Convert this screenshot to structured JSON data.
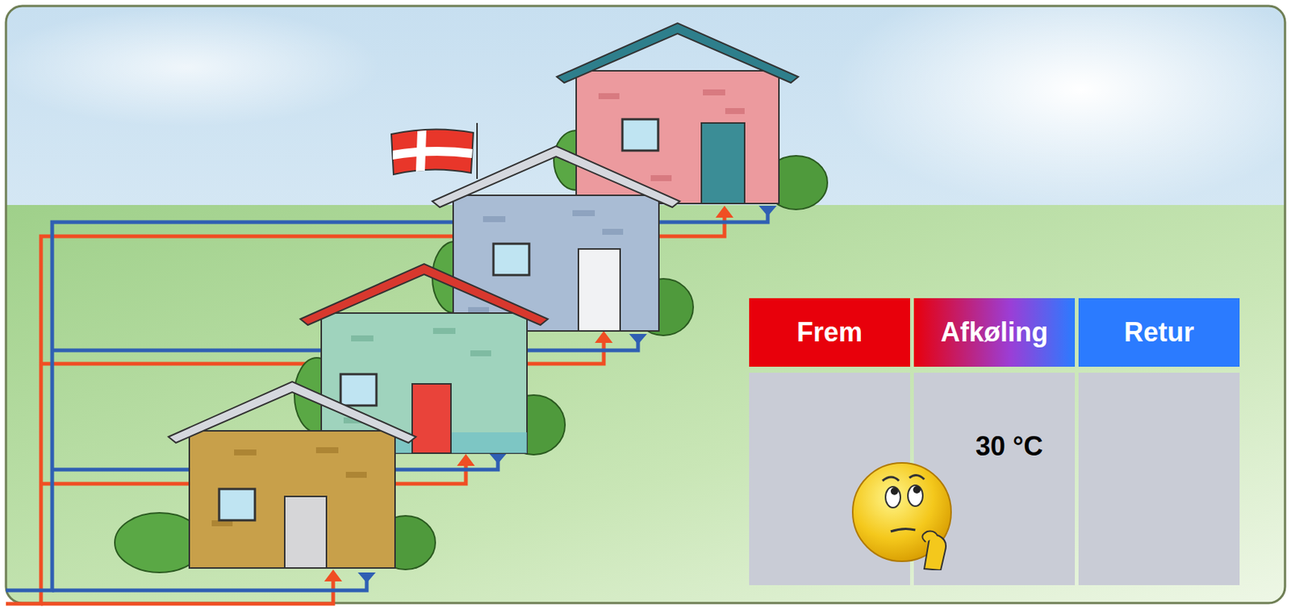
{
  "diagram": {
    "nodes": [
      {
        "text": [
          "Frem"
        ]
      },
      {
        "text": [
          "Afkøling"
        ]
      },
      {
        "text": [
          "Retur"
        ]
      },
      {
        "text": [
          "30 °C"
        ]
      }
    ]
  }
}
